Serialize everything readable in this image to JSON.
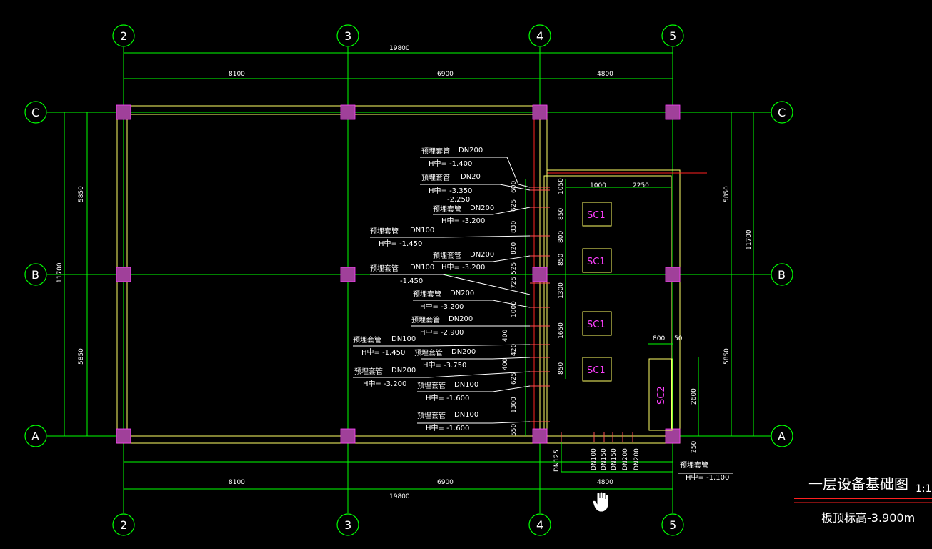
{
  "grid": {
    "columns": [
      "2",
      "3",
      "4",
      "5"
    ],
    "rows": [
      "C",
      "B",
      "A"
    ]
  },
  "dimensions": {
    "top_total": "19800",
    "top_bays": [
      "8100",
      "6900",
      "4800"
    ],
    "bottom_bays": [
      "8100",
      "6900",
      "4800"
    ],
    "bottom_total": "19800",
    "left_total": "11700",
    "left_parts": [
      "5850",
      "5850"
    ],
    "right_total": "11700",
    "right_parts": [
      "5850",
      "5850"
    ],
    "room_top": [
      "1000",
      "2250"
    ],
    "room_vertical": [
      "1050",
      "850",
      "800",
      "850",
      "1300",
      "1650",
      "850"
    ],
    "pipe_spacing": [
      "600",
      "625",
      "830",
      "820",
      "525",
      "725",
      "1000",
      "400",
      "420",
      "400",
      "625",
      "1300",
      "550"
    ],
    "sc2_width": [
      "800",
      "50"
    ],
    "sc2_height": "2600",
    "bottom_offset": "250",
    "bottom_pipes": [
      "DN125",
      "DN100",
      "DN150",
      "DN150",
      "DN200",
      "DN200"
    ]
  },
  "sleeves": [
    {
      "title": "预埋套管",
      "dn": "DN200",
      "h": "H中= -1.400"
    },
    {
      "title": "预埋套管",
      "dn": "DN20",
      "h": "H中= -3.350"
    },
    {
      "title": "预埋套管",
      "dn": "DN200",
      "h": "H中= -3.200"
    },
    {
      "title": "预埋套管",
      "dn": "DN100",
      "h": "H中= -1.450"
    },
    {
      "title": "预埋套管",
      "dn": "DN200",
      "h": "H中= -3.200"
    },
    {
      "title": "预埋套管",
      "dn": "DN100",
      "h": "-1.450"
    },
    {
      "title": "预埋套管",
      "dn": "DN200",
      "h": "H中= -3.200"
    },
    {
      "title": "预埋套管",
      "dn": "DN200",
      "h": "H中= -2.900"
    },
    {
      "title": "预埋套管",
      "dn": "DN100",
      "h": "H中= -1.450"
    },
    {
      "title": "预埋套管",
      "dn": "DN200",
      "h": "H中= -3.750"
    },
    {
      "title": "预埋套管",
      "dn": "DN200",
      "h": "H中= -3.200"
    },
    {
      "title": "预埋套管",
      "dn": "DN100",
      "h": "H中= -1.600"
    },
    {
      "title": "预埋套管",
      "dn": "DN100",
      "h": "H中= -1.600"
    }
  ],
  "extra_note": "-2.250",
  "bottom_sleeve": {
    "title": "预埋套管",
    "h": "H中= -1.100"
  },
  "equipment": [
    "SC1",
    "SC1",
    "SC1",
    "SC1",
    "SC2"
  ],
  "drawing": {
    "title": "一层设备基础图",
    "scale": "1:1",
    "note": "板顶标高-3.900m"
  },
  "colors": {
    "background": "#000000",
    "dimension": "#00ff00",
    "axis": "#ff2020",
    "outline": "#ffff66",
    "column": "#a0409a",
    "equipment": "#ff40ff"
  }
}
